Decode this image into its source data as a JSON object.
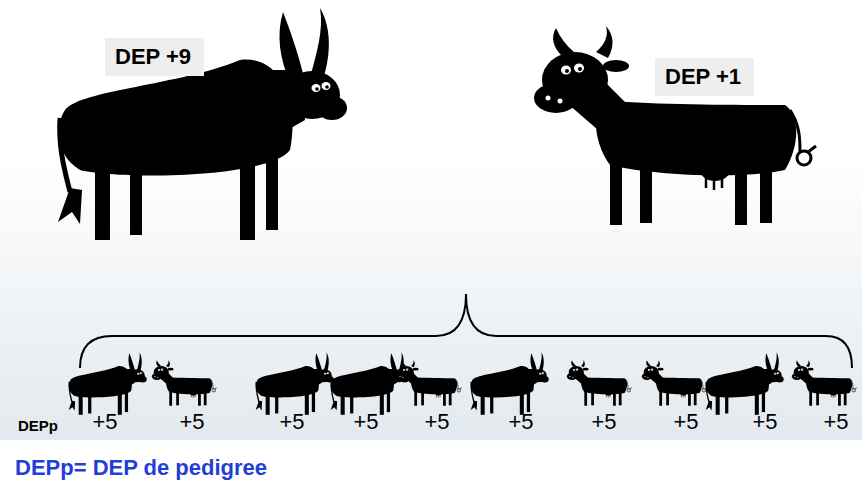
{
  "diagram": {
    "caption": "DEPp= DEP de pedigree",
    "nodes": [
      {
        "text": [
          "DEP +9"
        ]
      },
      {
        "text": [
          "DEP +1"
        ]
      }
    ],
    "labels": [
      "DEPp",
      "+5",
      "+5",
      "+5",
      "+5",
      "+5",
      "+5",
      "+5",
      "+5",
      "+5",
      "+5"
    ]
  }
}
